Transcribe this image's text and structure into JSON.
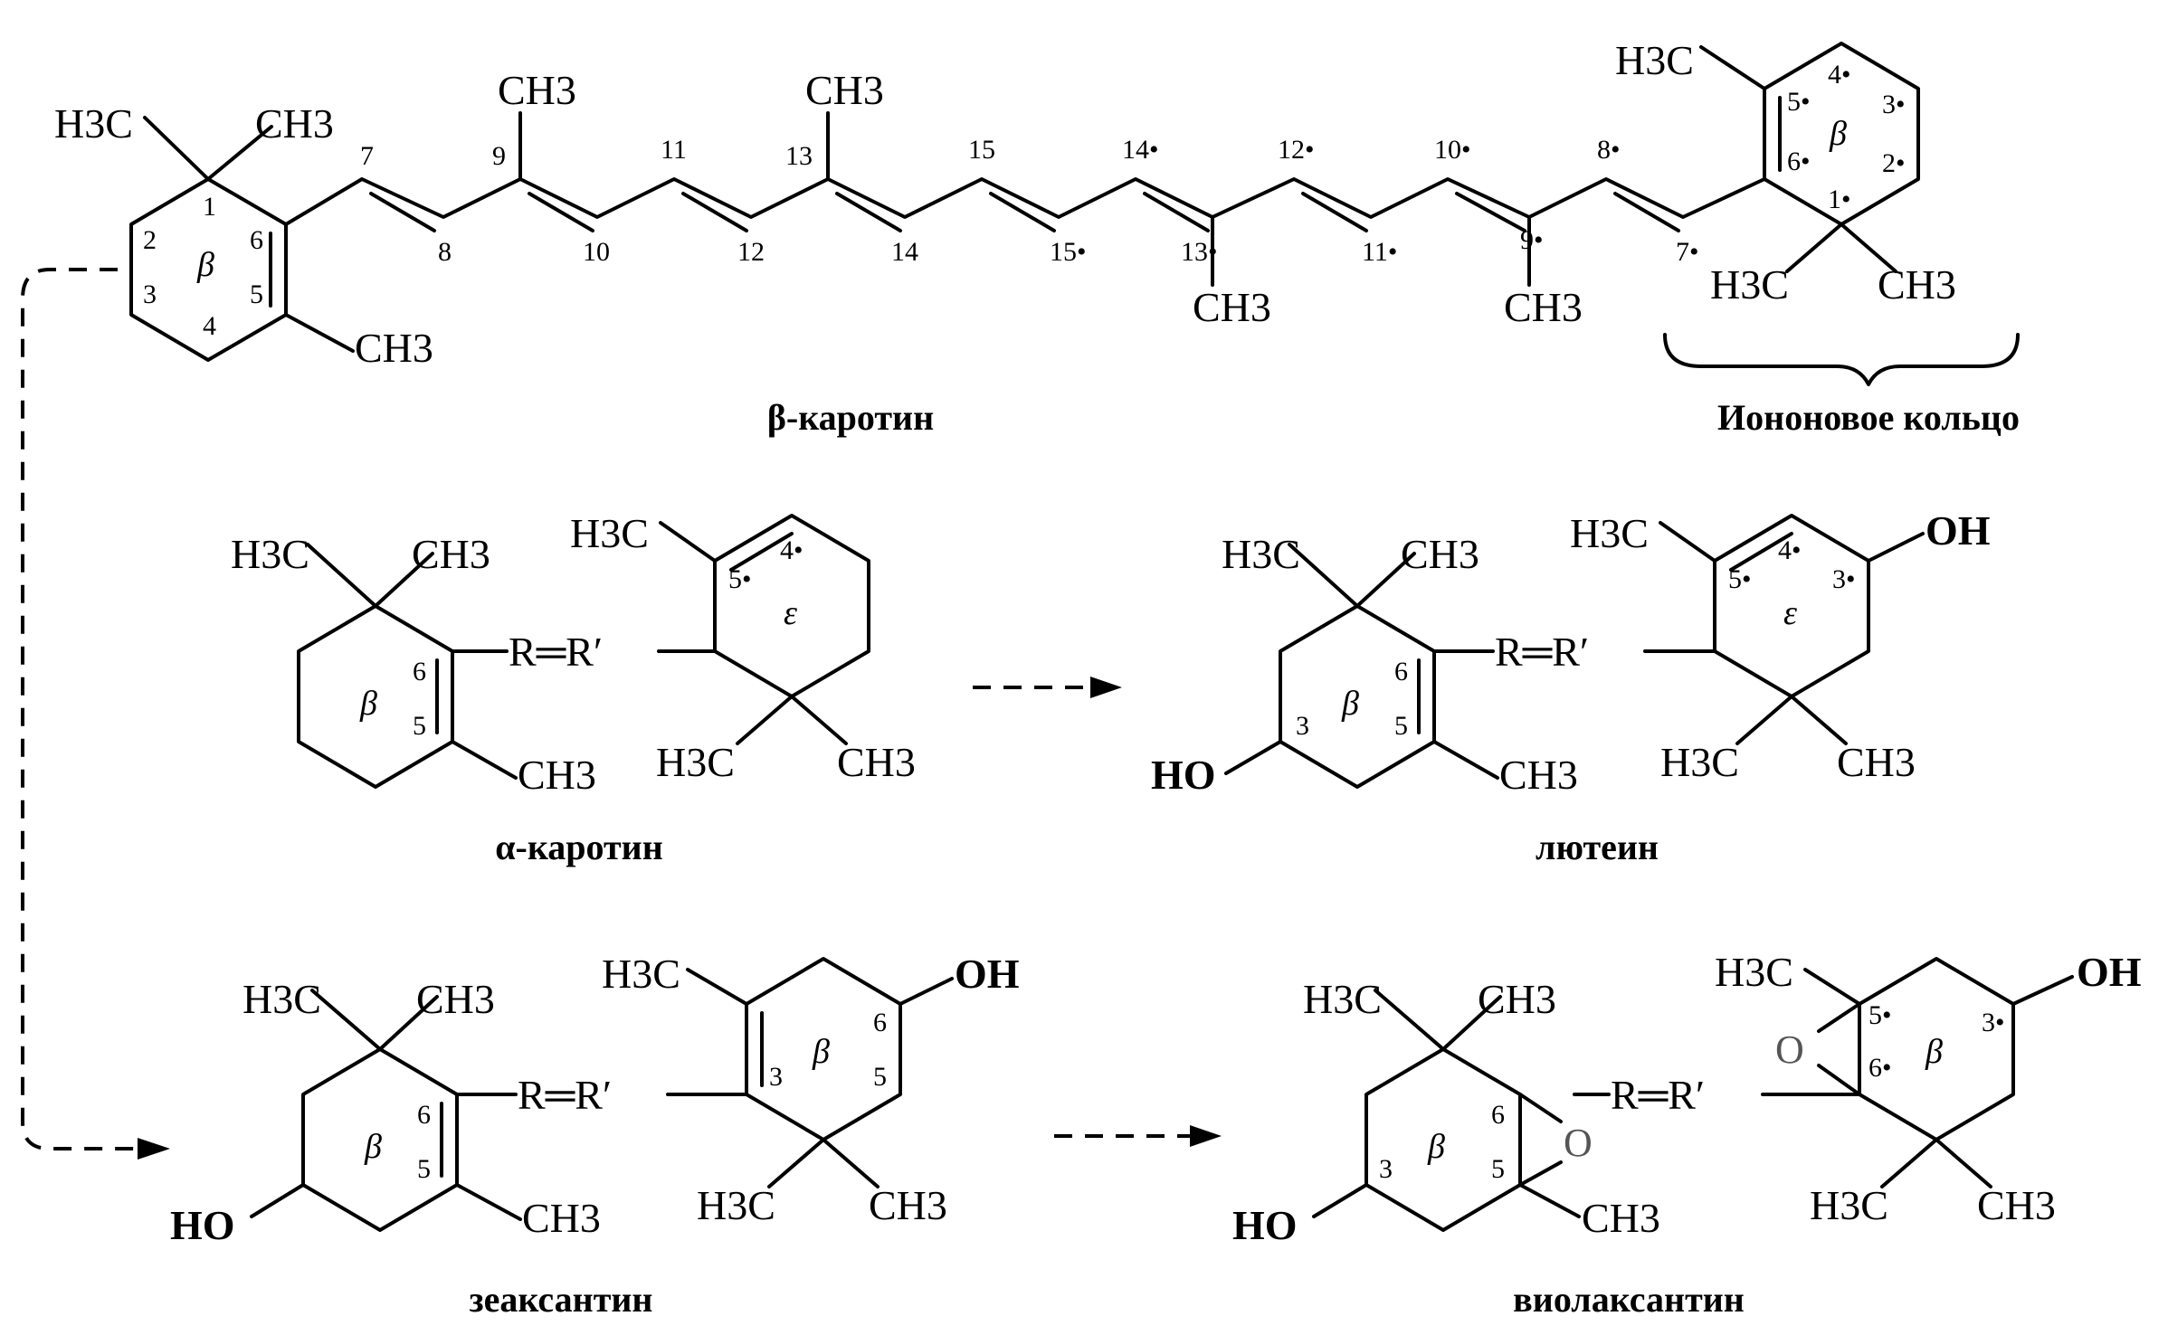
{
  "groups": {
    "h3c": "H3C",
    "ch3": "CH3",
    "oh": "OH",
    "ho": "HO",
    "r_bridge": "R═R′",
    "o": "O"
  },
  "beta_carotene": {
    "locants_left": [
      "1",
      "2",
      "3",
      "4",
      "5",
      "6"
    ],
    "chain_locants": [
      "7",
      "8",
      "9",
      "10",
      "11",
      "12",
      "13",
      "14",
      "15",
      "15•",
      "14•",
      "13•",
      "12•",
      "11•",
      "10•",
      "9•",
      "8•",
      "7•"
    ],
    "locants_right": [
      "1•",
      "2•",
      "3•",
      "4•",
      "5•",
      "6•"
    ],
    "caption": "β-каротин",
    "ring_note": "Иононовое кольцо"
  },
  "alpha_carotene": {
    "caption": "α-каротин"
  },
  "lutein": {
    "caption": "лютеин"
  },
  "zeaxanthin": {
    "caption": "зеаксантин"
  },
  "violaxanthin": {
    "caption": "виолаксантин"
  },
  "ring_labels": {
    "beta": "β",
    "epsilon": "ε"
  },
  "locants": {
    "n1": "1",
    "n2": "2",
    "n3": "3",
    "n4": "4",
    "n5": "5",
    "n6": "6",
    "p3": "3•",
    "p4": "4•",
    "p5": "5•",
    "p6": "6•"
  }
}
